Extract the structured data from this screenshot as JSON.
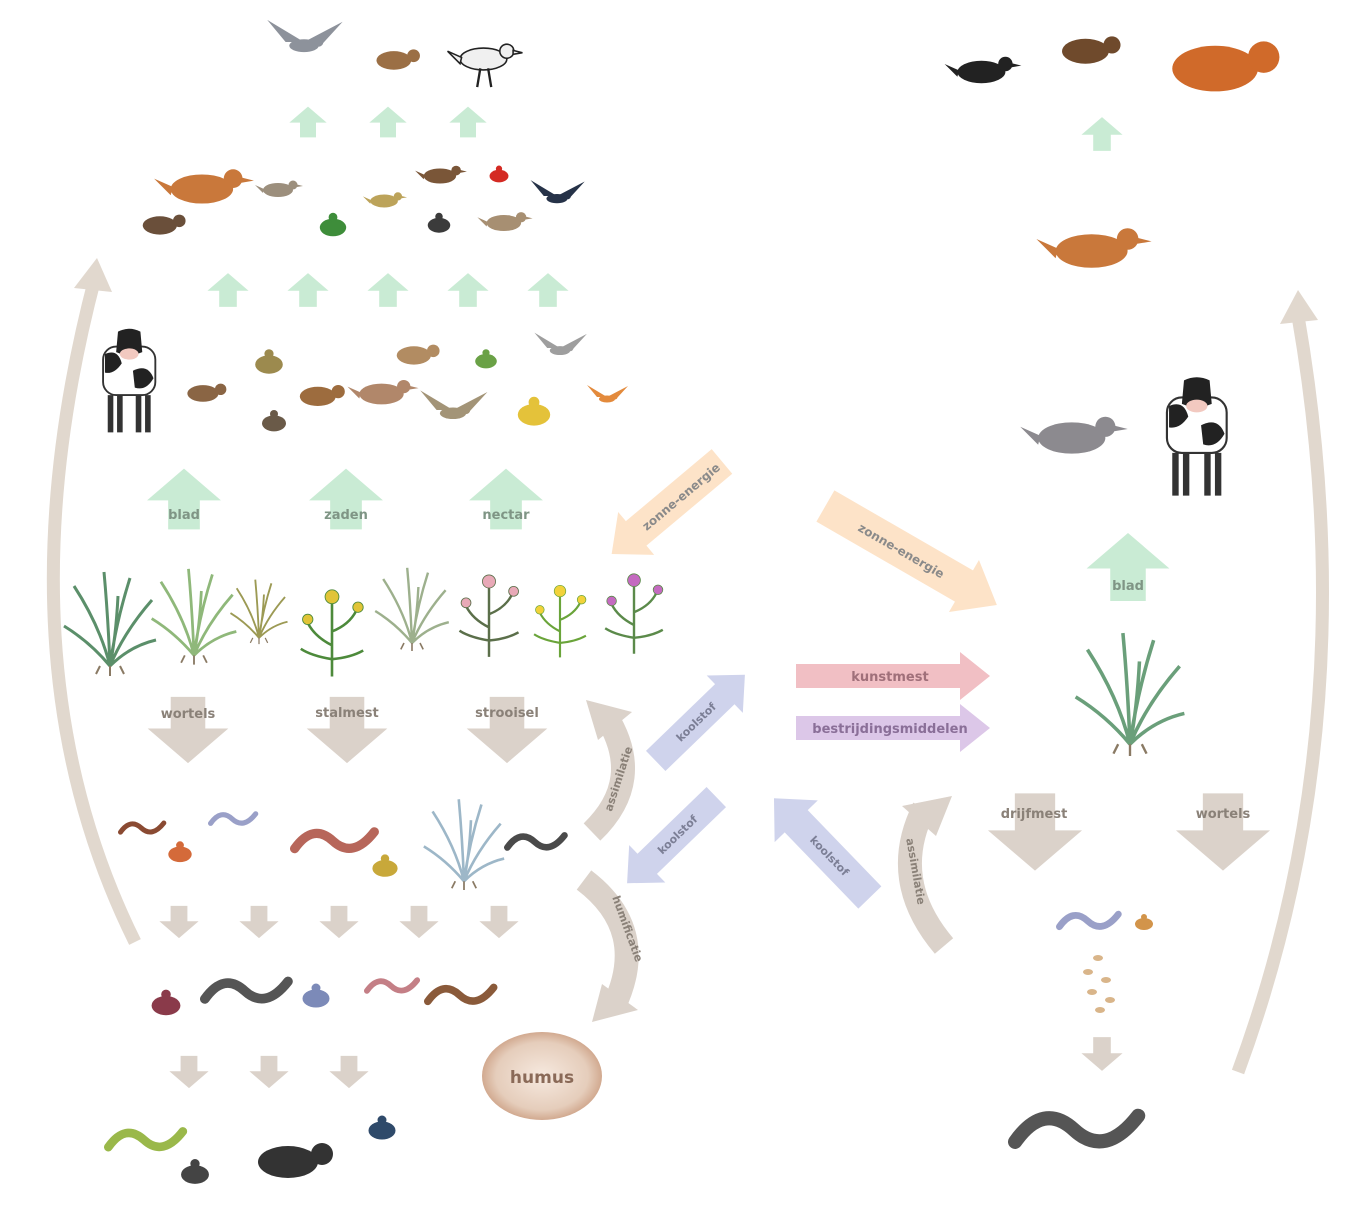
{
  "colors": {
    "green_arrow": "#c9ebd4",
    "grey_arrow": "#dbd2ca",
    "beige_cycle": "#e1d8ce",
    "sun_arrow": "#fde3c8",
    "pink_arrow": "#f1bfc4",
    "lilac_arrow": "#dcc7e8",
    "blue_arrow": "#cfd3ec",
    "humus": "#d9b8a2",
    "label_text": "#8a8a8a"
  },
  "labels": {
    "blad_left": "blad",
    "zaden": "zaden",
    "nectar": "nectar",
    "zonne_energie_left": "zonne-energie",
    "zonne_energie_right": "zonne-energie",
    "blad_right": "blad",
    "wortels_left": "wortels",
    "stalmest": "stalmest",
    "strooisel": "strooisel",
    "assimilatie": "assimilatie",
    "koolstof_up": "koolstof",
    "koolstof_down": "koolstof",
    "humificatie": "humificatie",
    "humus": "humus",
    "kunstmest": "kunstmest",
    "bestrijdingsmiddelen": "bestrijdingsmiddelen",
    "koolstof_right": "koolstof",
    "assimilatie_right": "assimilatie",
    "drijfmest": "drijfmest",
    "wortels_right": "wortels"
  },
  "icons": {
    "left_predators": [
      "harrier-icon",
      "stoat-icon",
      "stork-icon"
    ],
    "left_secondary": [
      "mole-icon",
      "godwit-icon",
      "owl-icon",
      "frog-icon",
      "chick-icon",
      "spider-icon",
      "stonechat-icon",
      "ladybird-icon",
      "lark-icon",
      "swallow-icon"
    ],
    "left_herbivores": [
      "cow-icon",
      "hare-icon",
      "grasshopper-icon",
      "snail-icon",
      "vole-icon",
      "quail-icon",
      "moth-icon",
      "mouse-icon",
      "aphid-icon",
      "bumblebee-icon",
      "cranefly-icon",
      "butterfly-icon"
    ],
    "left_plants": [
      "grass-icon",
      "grass-icon",
      "grass-icon",
      "clover-icon",
      "grass-icon",
      "herb-icon",
      "buttercup-icon",
      "flower-icon"
    ],
    "left_decomposers": [
      "leech-icon",
      "mite-icon",
      "nematode-icon",
      "earthworm-icon",
      "springtail-icon",
      "fungus-icon",
      "slug-icon"
    ],
    "left_soil_fauna": [
      "mite-icon",
      "worm-icon",
      "amoeba-icon",
      "potworm-icon",
      "millipede-icon"
    ],
    "left_soil_predators": [
      "centipede-icon",
      "spider-icon",
      "mole-icon",
      "beetle-icon"
    ],
    "right_predators": [
      "crow-icon",
      "marten-icon",
      "fox-icon"
    ],
    "right_secondary": [
      "godwit-icon"
    ],
    "right_herbivores": [
      "goose-icon",
      "cow-icon"
    ],
    "right_plants": [
      "grass-icon"
    ],
    "right_soil": [
      "nematode-icon",
      "worm-icon"
    ]
  }
}
